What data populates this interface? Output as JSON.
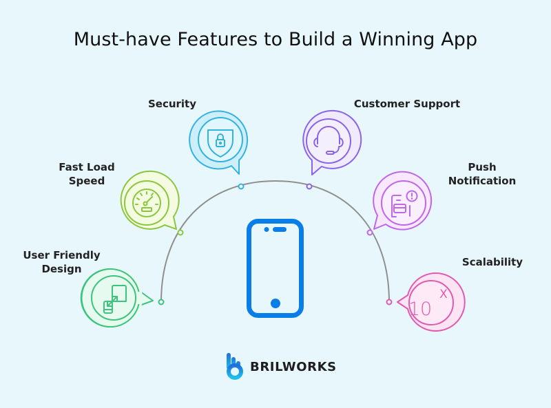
{
  "title": "Must-have Features to Build a Winning App",
  "center": {
    "icon": "smartphone-icon",
    "color": "#0a7ee8"
  },
  "arc": {
    "color": "#8f8f8f"
  },
  "features": [
    {
      "id": "user-friendly-design",
      "label_line1": "User Friendly",
      "label_line2": "Design",
      "icon": "resize-devices-icon",
      "color": "#3cc47c",
      "fill": "#e6faef"
    },
    {
      "id": "fast-load-speed",
      "label_line1": "Fast Load",
      "label_line2": "Speed",
      "icon": "speedometer-icon",
      "color": "#8cc63f",
      "fill": "#f3fbe1"
    },
    {
      "id": "security",
      "label_line1": "Security",
      "label_line2": "",
      "icon": "shield-lock-icon",
      "color": "#33b2e0",
      "fill": "#cdeffb"
    },
    {
      "id": "customer-support",
      "label_line1": "Customer Support",
      "label_line2": "",
      "icon": "headset-icon",
      "color": "#8a63e8",
      "fill": "#efeafc"
    },
    {
      "id": "push-notification",
      "label_line1": "Push",
      "label_line2": "Notification",
      "icon": "notification-alert-icon",
      "color": "#c066e8",
      "fill": "#f7e8fd"
    },
    {
      "id": "scalability",
      "label_line1": "Scalability",
      "label_line2": "",
      "icon": "ten-x-icon",
      "color": "#e05aaf",
      "fill": "#fde4f3",
      "icon_text_base": "10",
      "icon_text_exp": "X"
    }
  ],
  "brand": {
    "name": "BRILWORKS",
    "color_top": "#1e6fe0",
    "color_bottom": "#1fc0e8"
  }
}
